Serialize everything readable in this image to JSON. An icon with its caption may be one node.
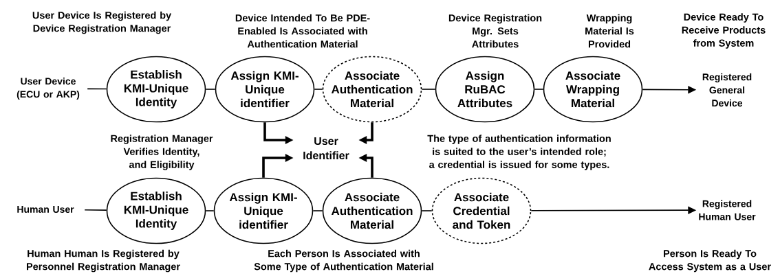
{
  "diagram": {
    "nodes": [
      {
        "text": [
          "User Device (ECU or AKP)"
        ]
      },
      {
        "text": [
          "Establish KMI-Unique Identity"
        ]
      },
      {
        "text": [
          "Assign KMI-Unique identifier"
        ]
      },
      {
        "text": [
          "Associate Authentication Material"
        ]
      },
      {
        "text": [
          "Assign RuBAC Attributes"
        ]
      },
      {
        "text": [
          "Associate Wrapping Material"
        ]
      },
      {
        "text": [
          "Registered General Device"
        ]
      },
      {
        "text": [
          "User Identifier"
        ]
      },
      {
        "text": [
          "Human User"
        ]
      },
      {
        "text": [
          "Establish KMI-Unique Identity"
        ]
      },
      {
        "text": [
          "Assign KMI-Unique identifier"
        ]
      },
      {
        "text": [
          "Associate Authentication Material"
        ]
      },
      {
        "text": [
          "Associate Credential and Token"
        ]
      },
      {
        "text": [
          "Registered Human User"
        ]
      }
    ],
    "edges": [
      {
        "from": 0,
        "to": 1,
        "arrow": "none"
      },
      {
        "from": 1,
        "to": 2,
        "arrow": "none"
      },
      {
        "from": 2,
        "to": 3,
        "arrow": "none"
      },
      {
        "from": 3,
        "to": 4,
        "arrow": "none"
      },
      {
        "from": 4,
        "to": 5,
        "arrow": "none"
      },
      {
        "from": 5,
        "to": 6,
        "arrow": "to"
      },
      {
        "from": 2,
        "to": 7,
        "arrow": "to",
        "style": "thick"
      },
      {
        "from": 3,
        "to": 7,
        "arrow": "to",
        "style": "thick"
      },
      {
        "from": 10,
        "to": 7,
        "arrow": "to",
        "style": "thick"
      },
      {
        "from": 11,
        "to": 7,
        "arrow": "to",
        "style": "thick"
      },
      {
        "from": 8,
        "to": 9,
        "arrow": "none"
      },
      {
        "from": 9,
        "to": 10,
        "arrow": "none"
      },
      {
        "from": 10,
        "to": 11,
        "arrow": "none"
      },
      {
        "from": 11,
        "to": 12,
        "arrow": "none"
      },
      {
        "from": 12,
        "to": 13,
        "arrow": "to"
      }
    ],
    "labels": [
      "User Device Is Registered by Device Registration Manager",
      "Device Intended To Be PDE-Enabled Is Associated with Authentication Material",
      "Device Registration Mgr. Sets Attributes",
      "Wrapping Material Is Provided",
      "Device Ready To Receive Products from System",
      "Registration Manager Verifies Identity, and Eligibility",
      "The type of authentication information is suited to the user’s intended role; a credential is issued for some types.",
      "Human Human Is Registered by Personnel Registration Manager",
      "Each Person Is Associated with Some Type of Authentication Material",
      "Person Is Ready To Access System as a User"
    ]
  }
}
